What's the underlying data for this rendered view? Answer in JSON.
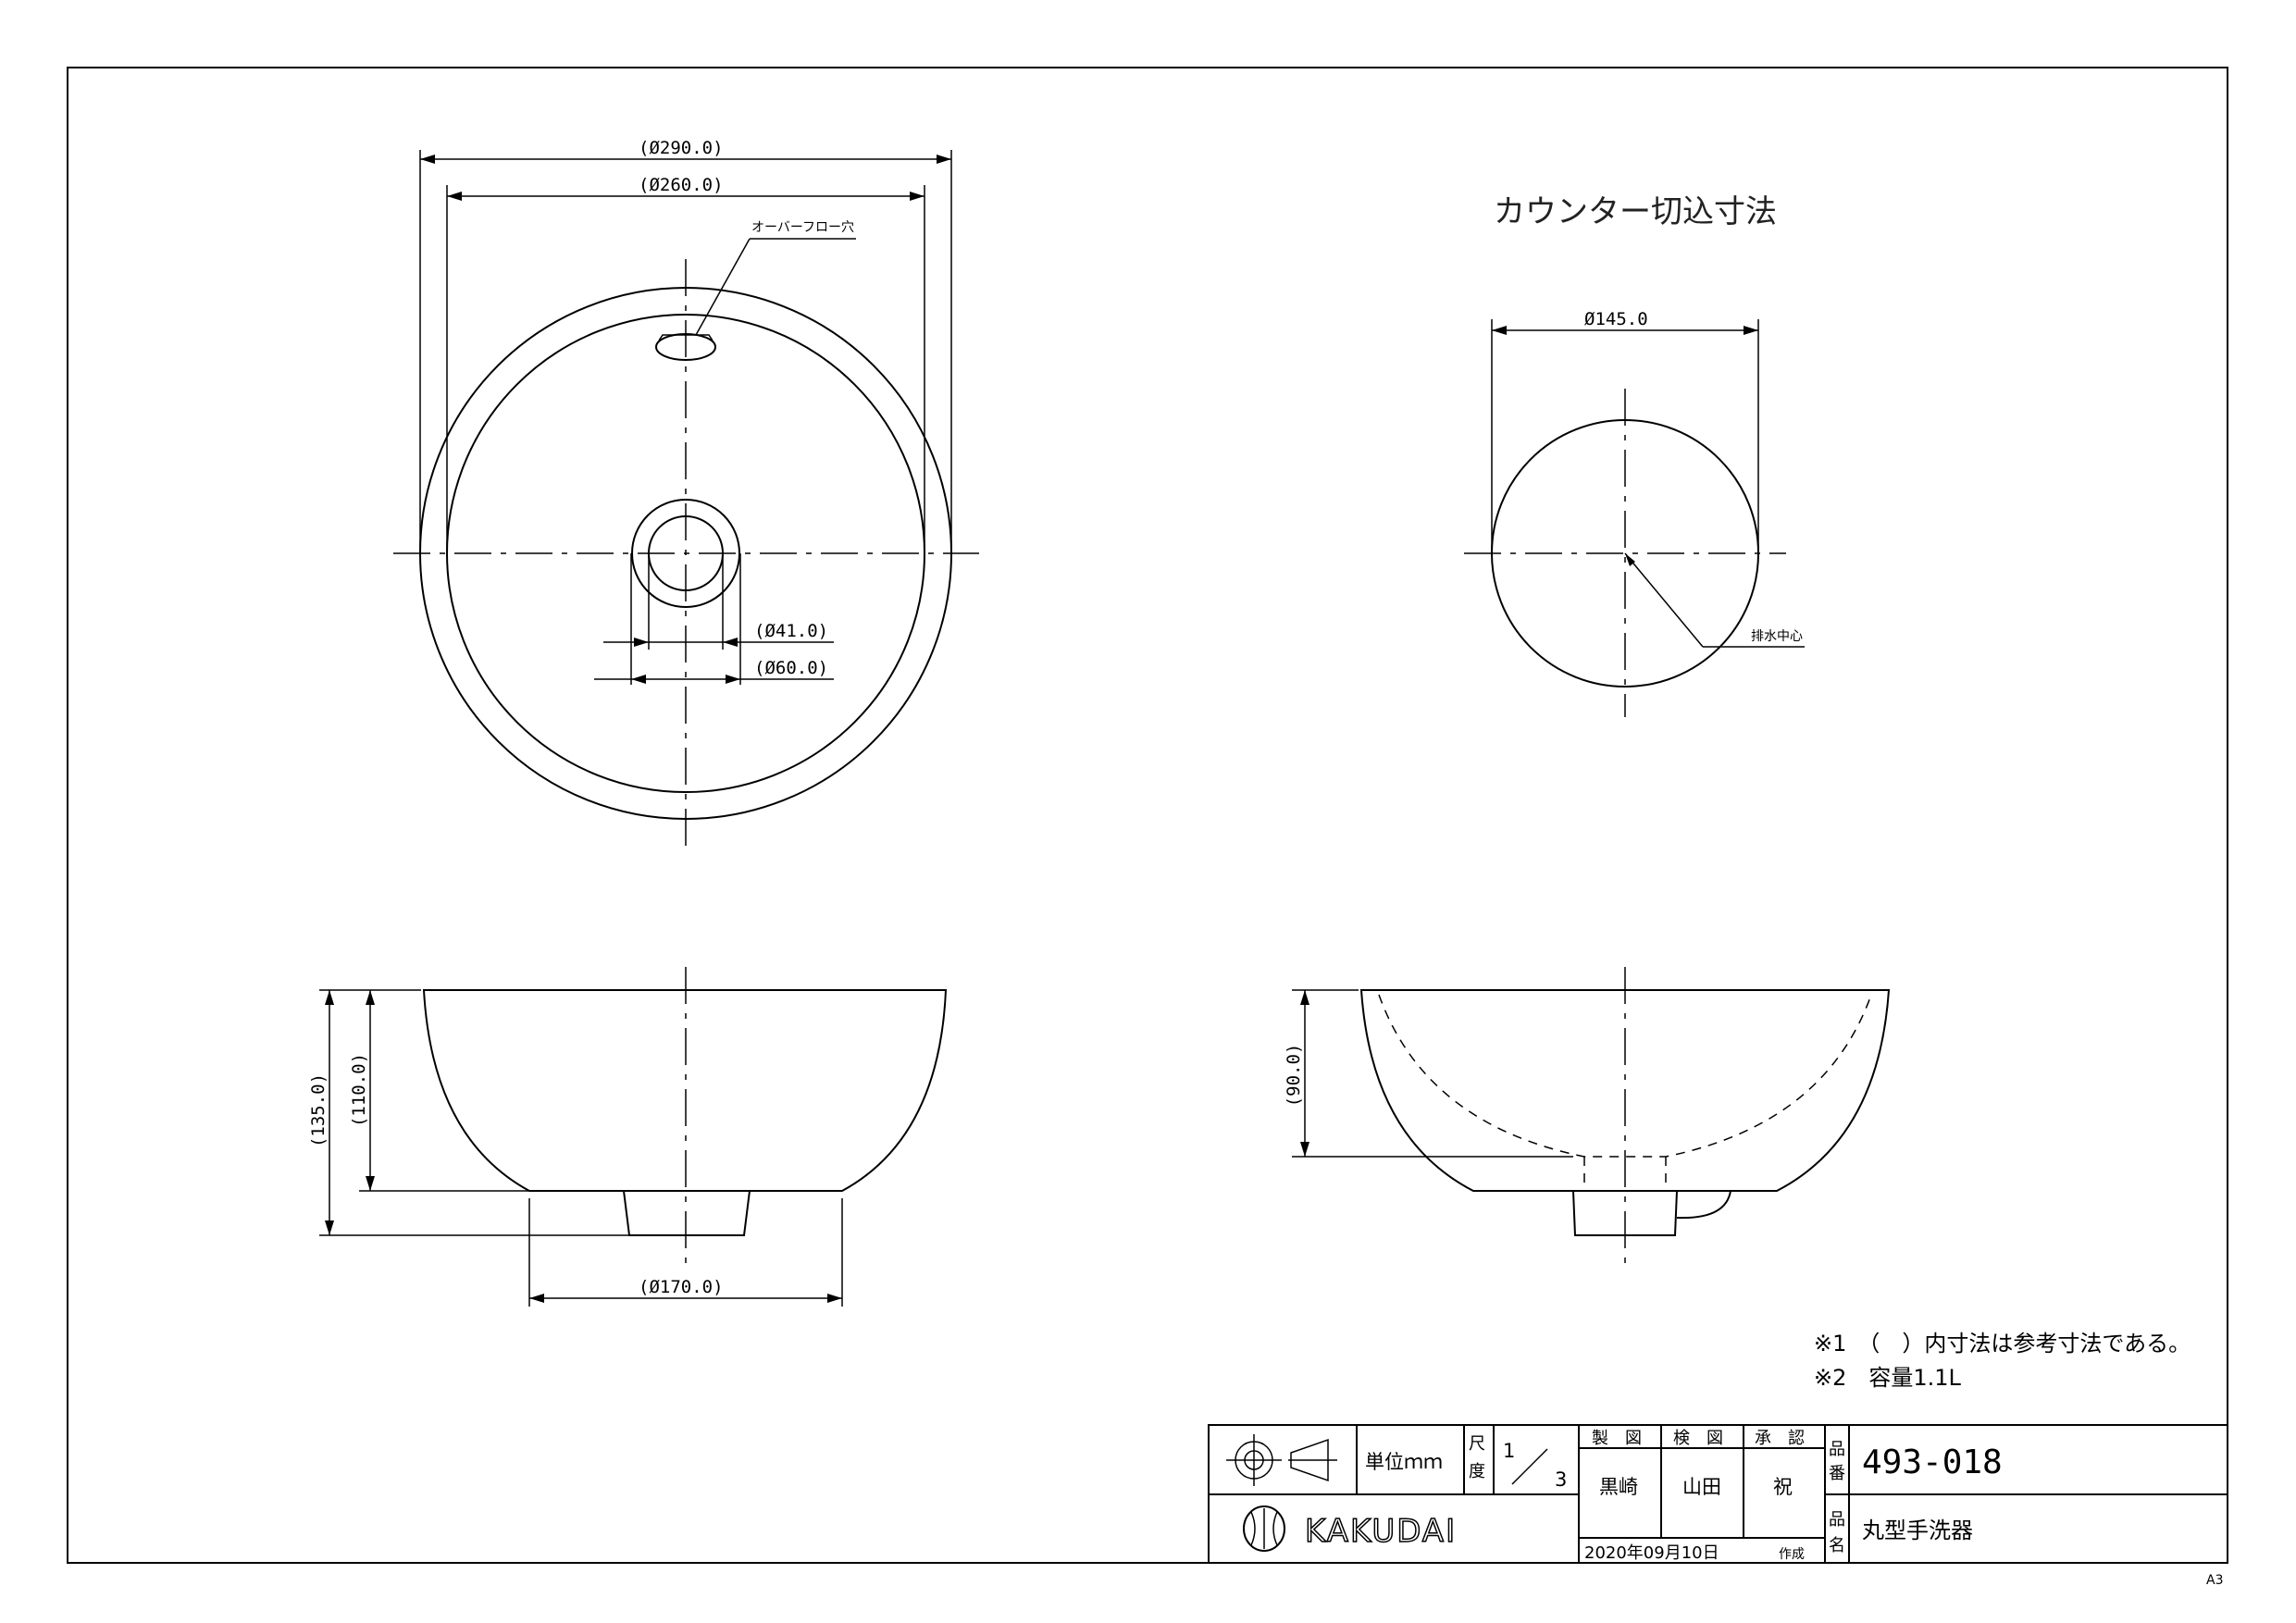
{
  "drawing": {
    "top_view": {
      "dim_outer": "(Ø290.0)",
      "dim_inner": "(Ø260.0)",
      "overflow_label": "オーバーフロー穴",
      "dim_drain_inner": "(Ø41.0)",
      "dim_drain_outer": "(Ø60.0)"
    },
    "counter_cut": {
      "title": "カウンター切込寸法",
      "dim_diameter": "Ø145.0",
      "drain_center_label": "排水中心"
    },
    "front_view": {
      "dim_total_height": "(135.0)",
      "dim_bowl_height": "(110.0)",
      "dim_base": "(Ø170.0)"
    },
    "section_view": {
      "dim_depth": "(90.0)"
    },
    "notes": [
      "※1　（　）内寸法は参考寸法である。",
      "※2　容量1.1L"
    ]
  },
  "title_block": {
    "unit_label": "単位ｍｍ",
    "scale_label_1": "尺",
    "scale_label_2": "度",
    "scale_num": "1",
    "scale_den": "3",
    "col_drawn": "製　図",
    "col_checked": "検　図",
    "col_approved": "承　認",
    "name_drawn": "黒崎",
    "name_checked": "山田",
    "name_approved": "祝",
    "part_no_label_1": "品",
    "part_no_label_2": "番",
    "part_no": "493-018",
    "part_name_label_1": "品",
    "part_name_label_2": "名",
    "part_name": "丸型手洗器",
    "company": "KAKUDAI",
    "date": "2020年09月10日",
    "date_suffix": "作成"
  },
  "sheet_size": "A3"
}
